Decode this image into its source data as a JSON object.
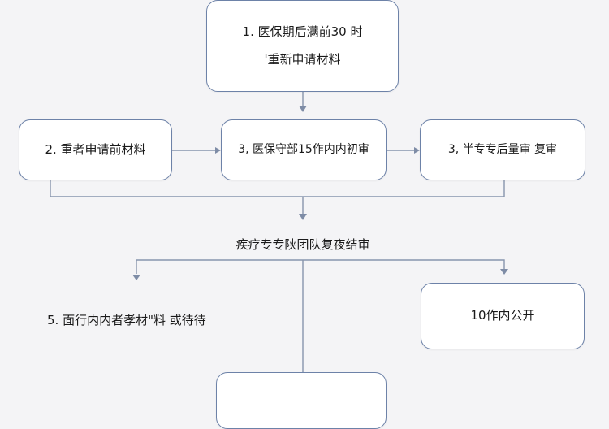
{
  "diagram": {
    "nodes": {
      "step1": {
        "line1": "1.  医保期后满前30  时",
        "line2": "'重新申请材料"
      },
      "step2_left": {
        "label": "2.  重者申请前材料"
      },
      "step3_center": {
        "label": "3,  医保守部15作内内初审"
      },
      "step3_right": {
        "label": "3,  半专专后量审  复审"
      },
      "review": {
        "label": "疾疗专专陕团队复夜结审"
      },
      "step5": {
        "label": "5.  面行内内者孝材\"料  或待待"
      },
      "publish": {
        "label": "10作内公开"
      }
    },
    "colors": {
      "border": "#6d82a8",
      "connector": "#8795ad",
      "background": "#f4f4f6"
    }
  }
}
